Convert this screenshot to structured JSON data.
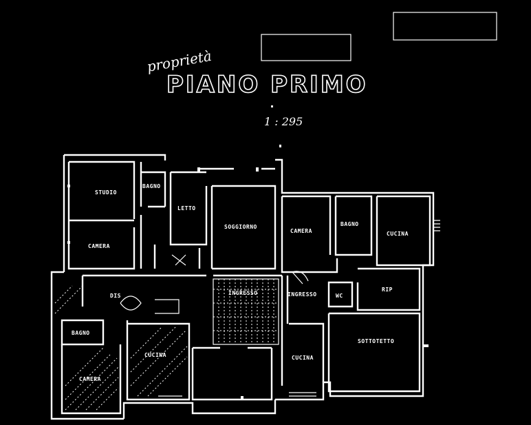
{
  "header": {
    "handwritten_note": "proprietà",
    "title": "PIANO PRIMO",
    "scale": "1 : 295"
  },
  "rooms": [
    {
      "key": "room-studio",
      "label": "STUDIO"
    },
    {
      "key": "room-bagno-1",
      "label": "BAGNO"
    },
    {
      "key": "room-camera-1",
      "label": "CAMERA"
    },
    {
      "key": "room-letto",
      "label": "LETTO"
    },
    {
      "key": "room-soggiorno",
      "label": "SOGGIORNO"
    },
    {
      "key": "room-camera-2",
      "label": "CAMERA"
    },
    {
      "key": "room-bagno-2",
      "label": "BAGNO"
    },
    {
      "key": "room-cucina-1",
      "label": "CUCINA"
    },
    {
      "key": "room-ingresso",
      "label": "INGRESSO"
    },
    {
      "key": "room-wc",
      "label": "WC"
    },
    {
      "key": "room-rip",
      "label": "RIP"
    },
    {
      "key": "room-sottotetto",
      "label": "SOTTOTETTO"
    },
    {
      "key": "room-bagno-3",
      "label": "BAGNO"
    },
    {
      "key": "room-cucina-2",
      "label": "CUCINA"
    },
    {
      "key": "room-camera-3",
      "label": "CAMERA"
    },
    {
      "key": "room-cucina-3",
      "label": "CUCINA"
    },
    {
      "key": "room-dis",
      "label": "DIS"
    },
    {
      "key": "room-ingresso-2",
      "label": "INGRESSO"
    }
  ]
}
